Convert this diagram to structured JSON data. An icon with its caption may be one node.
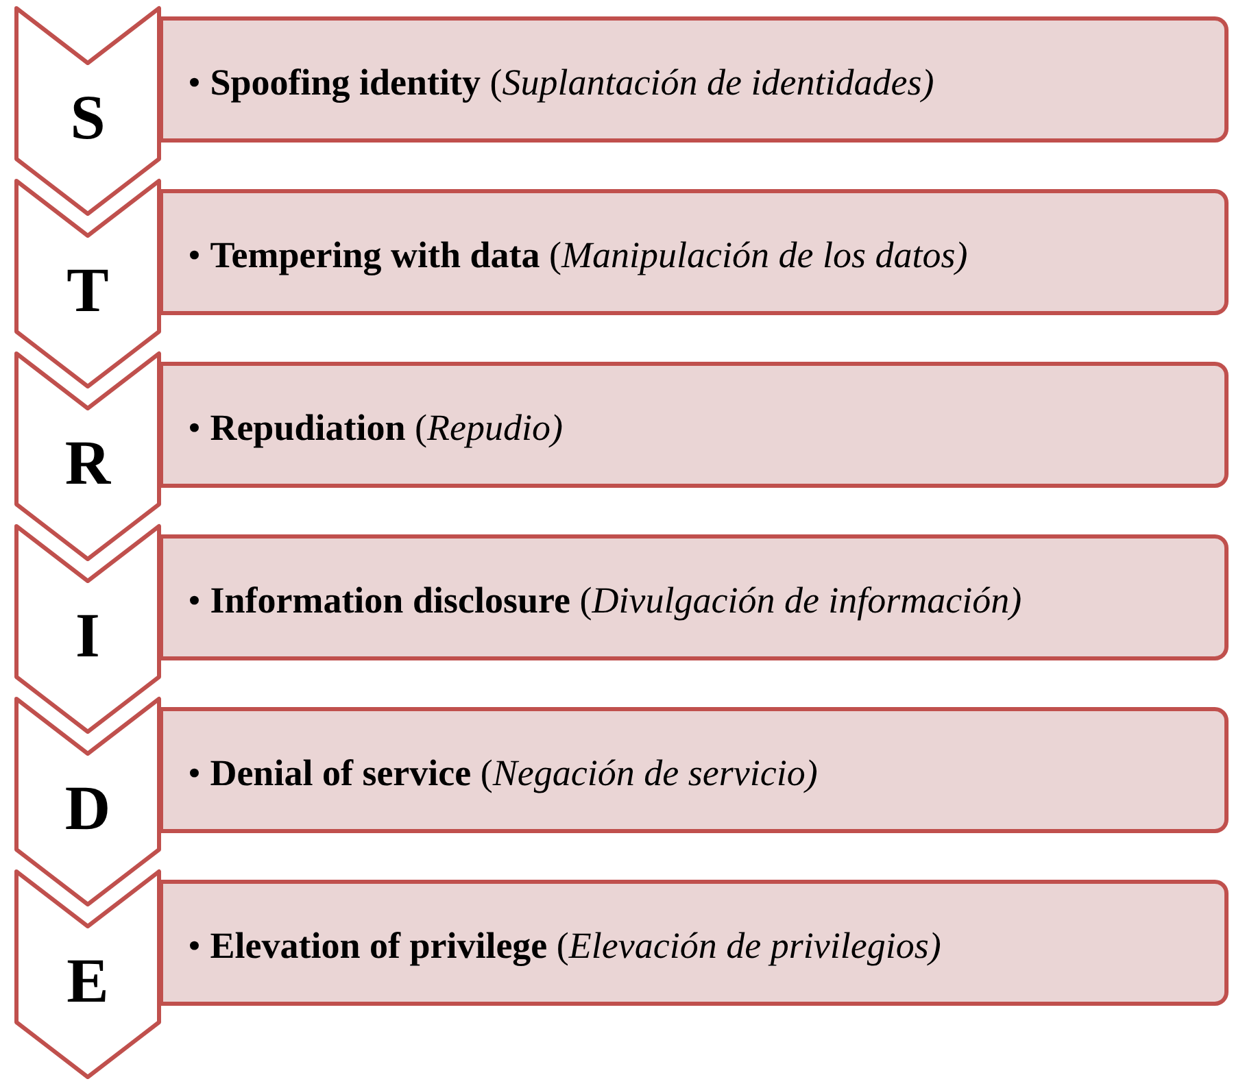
{
  "diagram": {
    "nodes": [
      {
        "text": [
          "S"
        ]
      },
      {
        "text": [
          "• **Spoofing identity** (*Suplantación de identidades)*"
        ]
      },
      {
        "text": [
          "T"
        ]
      },
      {
        "text": [
          "• **Tempering with data** (*Manipulación de los datos)*"
        ]
      },
      {
        "text": [
          "R"
        ]
      },
      {
        "text": [
          "• **Repudiation** (*Repudio)*"
        ]
      },
      {
        "text": [
          "I"
        ]
      },
      {
        "text": [
          "• **Information disclosure** (*Divulgación de información)*"
        ]
      },
      {
        "text": [
          "D"
        ]
      },
      {
        "text": [
          "• **Denial of service** (*Negación de servicio)*"
        ]
      },
      {
        "text": [
          "E"
        ]
      },
      {
        "text": [
          "• **Elevation of privilege** (*Elevación de privilegios)*"
        ]
      }
    ]
  }
}
